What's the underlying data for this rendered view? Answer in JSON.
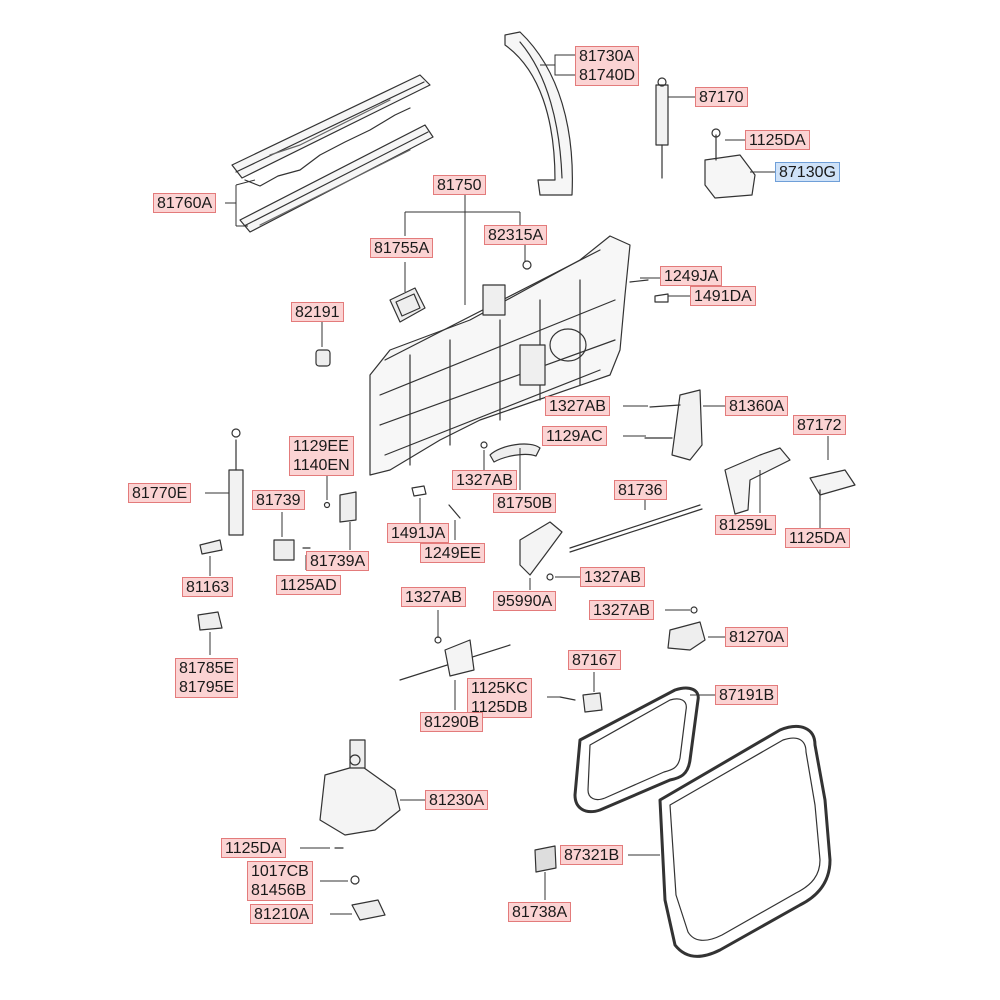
{
  "labels": {
    "l81730A": "81730A",
    "l81740D": "81740D",
    "l87170": "87170",
    "l1125DA_top": "1125DA",
    "l87130G": "87130G",
    "l81760A": "81760A",
    "l81750": "81750",
    "l81755A": "81755A",
    "l82315A": "82315A",
    "l1249JA_top": "1249JA",
    "l1491DA": "1491DA",
    "l82191": "82191",
    "l1327AB_a": "1327AB",
    "l81360A": "81360A",
    "l1129AC": "1129AC",
    "l87172": "87172",
    "l1129EE": "1129EE",
    "l1140EN": "1140EN",
    "l1327AB_b": "1327AB",
    "l81770E": "81770E",
    "l81739": "81739",
    "l81750B": "81750B",
    "l81736": "81736",
    "l81259L": "81259L",
    "l1125DA_r": "1125DA",
    "l1491JA": "1491JA",
    "l1249EE": "1249EE",
    "l81739A": "81739A",
    "l1327AB_c": "1327AB",
    "l81163": "81163",
    "l1125AD": "1125AD",
    "l95990A": "95990A",
    "l1327AB_d": "1327AB",
    "l1327AB_e": "1327AB",
    "l81270A": "81270A",
    "l81785E": "81785E",
    "l81795E": "81795E",
    "l87167": "87167",
    "l1125KC": "1125KC",
    "l1125DB": "1125DB",
    "l87191B": "87191B",
    "l81290B": "81290B",
    "l81230A": "81230A",
    "l1125DA_b": "1125DA",
    "l87321B": "87321B",
    "l1017CB": "1017CB",
    "l81456B": "81456B",
    "l81210A": "81210A",
    "l81738A": "81738A"
  },
  "colors": {
    "label_fill": "#fbd3d3",
    "label_border": "#e37b7b",
    "highlight_fill": "#cfe2f8",
    "line": "#333333"
  }
}
